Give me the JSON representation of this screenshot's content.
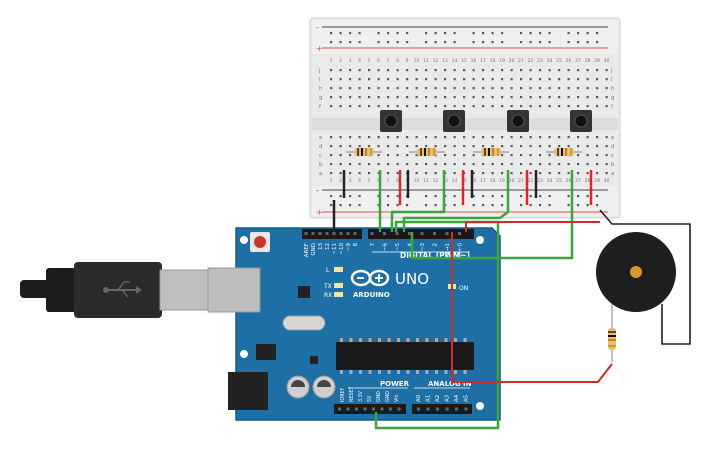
{
  "breadboard": {
    "column_numbers": [
      "1",
      "2",
      "3",
      "4",
      "5",
      "6",
      "7",
      "8",
      "9",
      "10",
      "11",
      "12",
      "13",
      "14",
      "15",
      "16",
      "17",
      "18",
      "19",
      "20",
      "21",
      "22",
      "23",
      "24",
      "25",
      "26",
      "27",
      "28",
      "29",
      "30"
    ],
    "row_letters_top": [
      "j",
      "i",
      "h",
      "g",
      "f"
    ],
    "row_letters_bottom": [
      "e",
      "d",
      "c",
      "b",
      "a"
    ],
    "rail_plus": "+",
    "rail_minus": "-"
  },
  "arduino": {
    "brand": "ARDUINO",
    "model": "UNO",
    "digital_label": "DIGITAL (PWM~)",
    "power_label": "POWER",
    "analog_label": "ANALOG IN",
    "on_label": "ON",
    "led_l": "L",
    "led_tx": "TX",
    "led_rx": "RX",
    "digital_pins": [
      "AREF",
      "GND",
      "13",
      "12",
      "~11",
      "~10",
      "~9",
      "8",
      "7",
      "~6",
      "~5",
      "4",
      "~3",
      "2",
      "TX→1",
      "RX←0"
    ],
    "power_pins": [
      "IOREF",
      "RESET",
      "3.3V",
      "5V",
      "GND",
      "GND",
      "Vin"
    ],
    "analog_pins": [
      "A0",
      "A1",
      "A2",
      "A3",
      "A4",
      "A5"
    ]
  },
  "components": {
    "buttons": [
      "pushbutton-1",
      "pushbutton-2",
      "pushbutton-3",
      "pushbutton-4"
    ],
    "resistors": [
      "resistor-1",
      "resistor-2",
      "resistor-3",
      "resistor-4",
      "resistor-buzzer"
    ],
    "buzzer": "piezo-buzzer",
    "usb": "usb-cable"
  },
  "colors": {
    "board_blue": "#1d6fa5",
    "board_dark": "#155a87",
    "wire_green": "#3aa63a",
    "wire_red": "#d42a2a",
    "wire_black": "#222222",
    "breadboard": "#e6e6e6",
    "rail_red": "#d9534f",
    "rail_black": "#333333"
  }
}
